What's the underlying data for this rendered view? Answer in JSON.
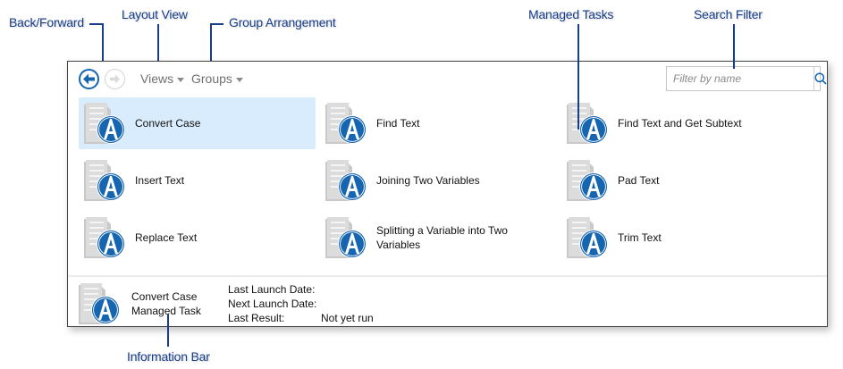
{
  "callouts": {
    "back_forward": "Back/Forward",
    "layout_view": "Layout View",
    "group_arrangement": "Group Arrangement",
    "managed_tasks": "Managed Tasks",
    "search_filter": "Search Filter",
    "information_bar": "Information Bar"
  },
  "toolbar": {
    "back_icon": "arrow-left-icon",
    "forward_icon": "arrow-right-icon",
    "views_label": "Views",
    "groups_label": "Groups",
    "search_placeholder": "Filter by name",
    "search_icon": "search-icon"
  },
  "tasks": [
    {
      "label": "Convert Case",
      "selected": true
    },
    {
      "label": "Find Text"
    },
    {
      "label": "Find Text and Get Subtext"
    },
    {
      "label": "Insert Text"
    },
    {
      "label": "Joining Two Variables"
    },
    {
      "label": "Pad Text"
    },
    {
      "label": "Replace Text"
    },
    {
      "label": "Splitting a Variable into Two Variables"
    },
    {
      "label": "Trim Text"
    }
  ],
  "info_bar": {
    "name_line1": "Convert Case",
    "name_line2": "Managed Task",
    "last_launch_label": "Last Launch Date:",
    "last_launch_value": "",
    "next_launch_label": "Next Launch Date:",
    "next_launch_value": "",
    "last_result_label": "Last Result:",
    "last_result_value": "Not yet run"
  },
  "colors": {
    "accent": "#1565b0",
    "callout": "#173d8c",
    "selection": "#d9ecfd"
  }
}
